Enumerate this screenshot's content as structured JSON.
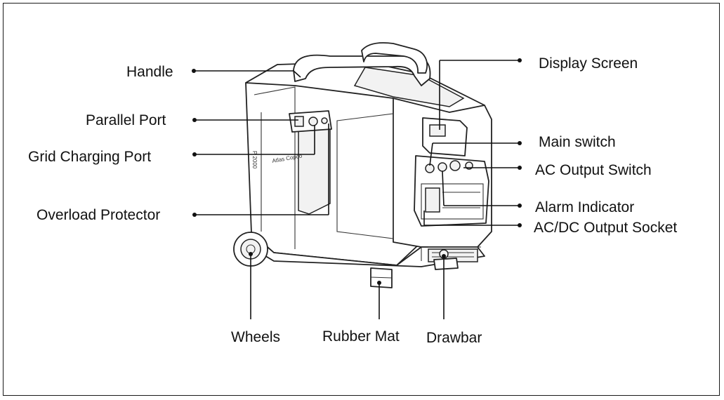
{
  "labels": {
    "handle": "Handle",
    "parallel_port": "Parallel Port",
    "grid_charging_port": "Grid Charging Port",
    "overload_protector": "Overload Protector",
    "display_screen": "Display Screen",
    "main_switch": "Main switch",
    "ac_output_switch": "AC Output Switch",
    "alarm_indicator": "Alarm Indicator",
    "ac_dc_output_socket": "AC/DC Output Socket",
    "wheels": "Wheels",
    "rubber_mat": "Rubber Mat",
    "drawbar": "Drawbar"
  },
  "colors": {
    "line": "#111111",
    "background": "#ffffff"
  }
}
